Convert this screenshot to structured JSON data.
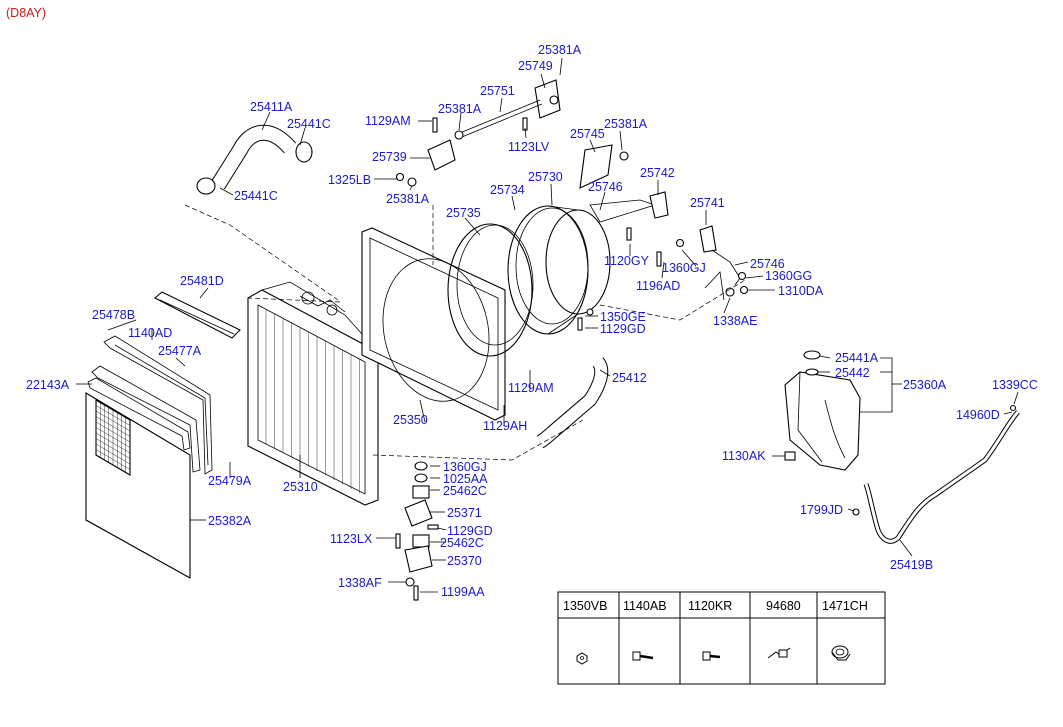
{
  "header_code": "(D8AY)",
  "callouts": [
    "25381A",
    "25749",
    "25751",
    "25411A",
    "25441C",
    "1129AM",
    "25381A",
    "25745",
    "25381A",
    "1123LV",
    "25739",
    "25730",
    "25742",
    "1325LB",
    "25734",
    "25746",
    "25441C",
    "25381A",
    "25741",
    "25735",
    "1120GY",
    "1360GJ",
    "25746",
    "1360GG",
    "1196AD",
    "1310DA",
    "25481D",
    "1350GE",
    "1129GD",
    "1338AE",
    "25478B",
    "1140AD",
    "25477A",
    "25441A",
    "25442",
    "25360A",
    "22143A",
    "25412",
    "1339CC",
    "1129AM",
    "14960D",
    "25350",
    "1129AH",
    "1130AK",
    "1360GJ",
    "1025AA",
    "25479A",
    "25310",
    "25462C",
    "25371",
    "1799JD",
    "25382A",
    "1123LX",
    "1129GD",
    "25462C",
    "25370",
    "25419B",
    "1338AF",
    "1199AA"
  ],
  "parts_table": {
    "codes": [
      "1350VB",
      "1140AB",
      "1120KR",
      "94680",
      "1471CH"
    ]
  }
}
